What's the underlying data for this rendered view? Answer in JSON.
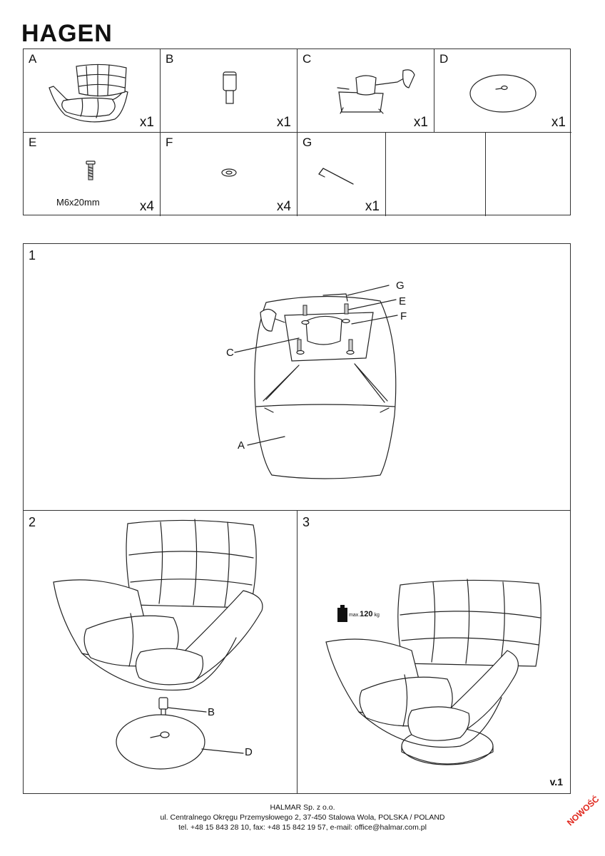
{
  "title": "HAGEN",
  "parts": [
    {
      "letter": "A",
      "qty": "x1"
    },
    {
      "letter": "B",
      "qty": "x1"
    },
    {
      "letter": "C",
      "qty": "x1"
    },
    {
      "letter": "D",
      "qty": "x1"
    },
    {
      "letter": "E",
      "qty": "x4",
      "spec": "M6x20mm"
    },
    {
      "letter": "F",
      "qty": "x4"
    },
    {
      "letter": "G",
      "qty": "x1"
    }
  ],
  "steps": [
    {
      "number": "1",
      "callouts": [
        "G",
        "E",
        "F",
        "C",
        "A"
      ]
    },
    {
      "number": "2",
      "callouts": [
        "B",
        "D"
      ]
    },
    {
      "number": "3",
      "max_load_prefix": "max.",
      "max_load_value": "120",
      "max_load_unit": "kg"
    }
  ],
  "version": "v.1",
  "footer": {
    "company": "HALMAR Sp. z o.o.",
    "address": "ul. Centralnego Okręgu Przemysłowego 2, 37-450 Stalowa Wola, POLSKA / POLAND",
    "contact": "tel. +48 15 843 28 10, fax: +48 15 842 19 57, e-mail: office@halmar.com.pl"
  },
  "badge": "NOWOŚĆ"
}
